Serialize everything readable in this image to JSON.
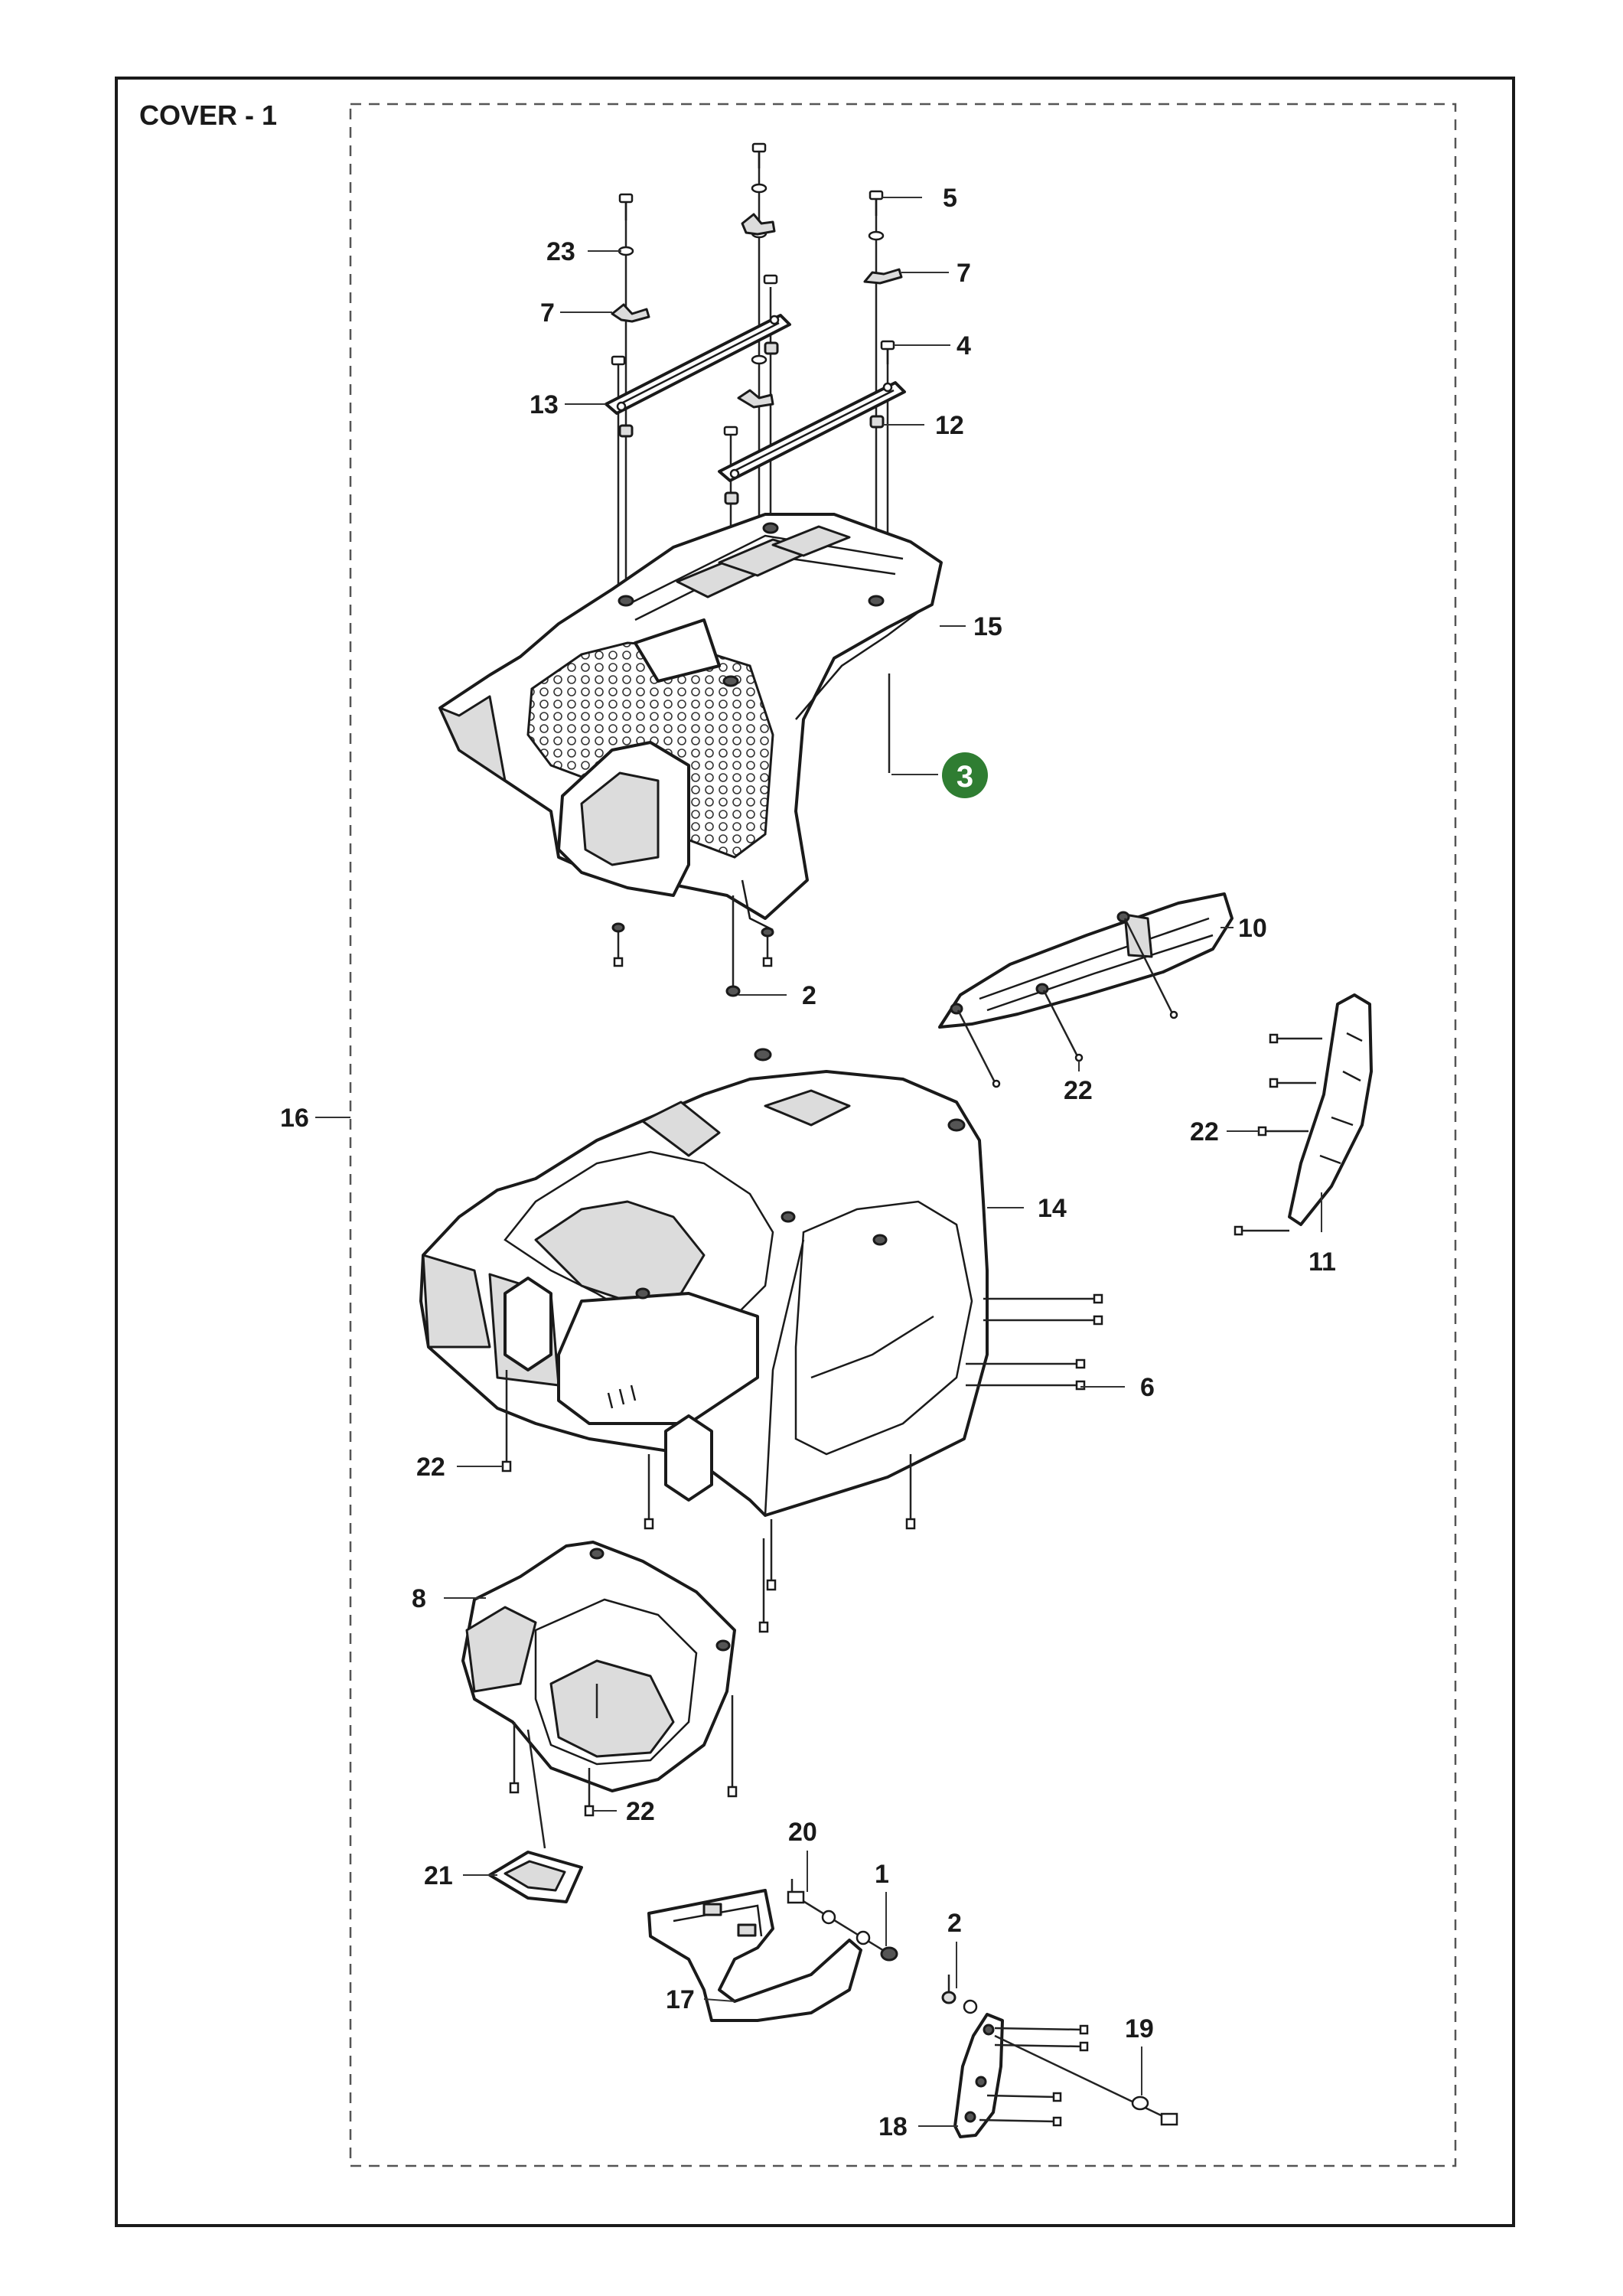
{
  "title": "COVER - 1",
  "highlight_color": "#2f7d32",
  "callouts": {
    "c23": "23",
    "c7a": "7",
    "c13": "13",
    "c5": "5",
    "c7b": "7",
    "c4": "4",
    "c12": "12",
    "c15": "15",
    "c3": "3",
    "c2a": "2",
    "c10": "10",
    "c22a": "22",
    "c22b": "22",
    "c16": "16",
    "c14": "14",
    "c11": "11",
    "c6": "6",
    "c22c": "22",
    "c8": "8",
    "c22d": "22",
    "c21": "21",
    "c20": "20",
    "c1": "1",
    "c2b": "2",
    "c17": "17",
    "c19": "19",
    "c18": "18"
  }
}
